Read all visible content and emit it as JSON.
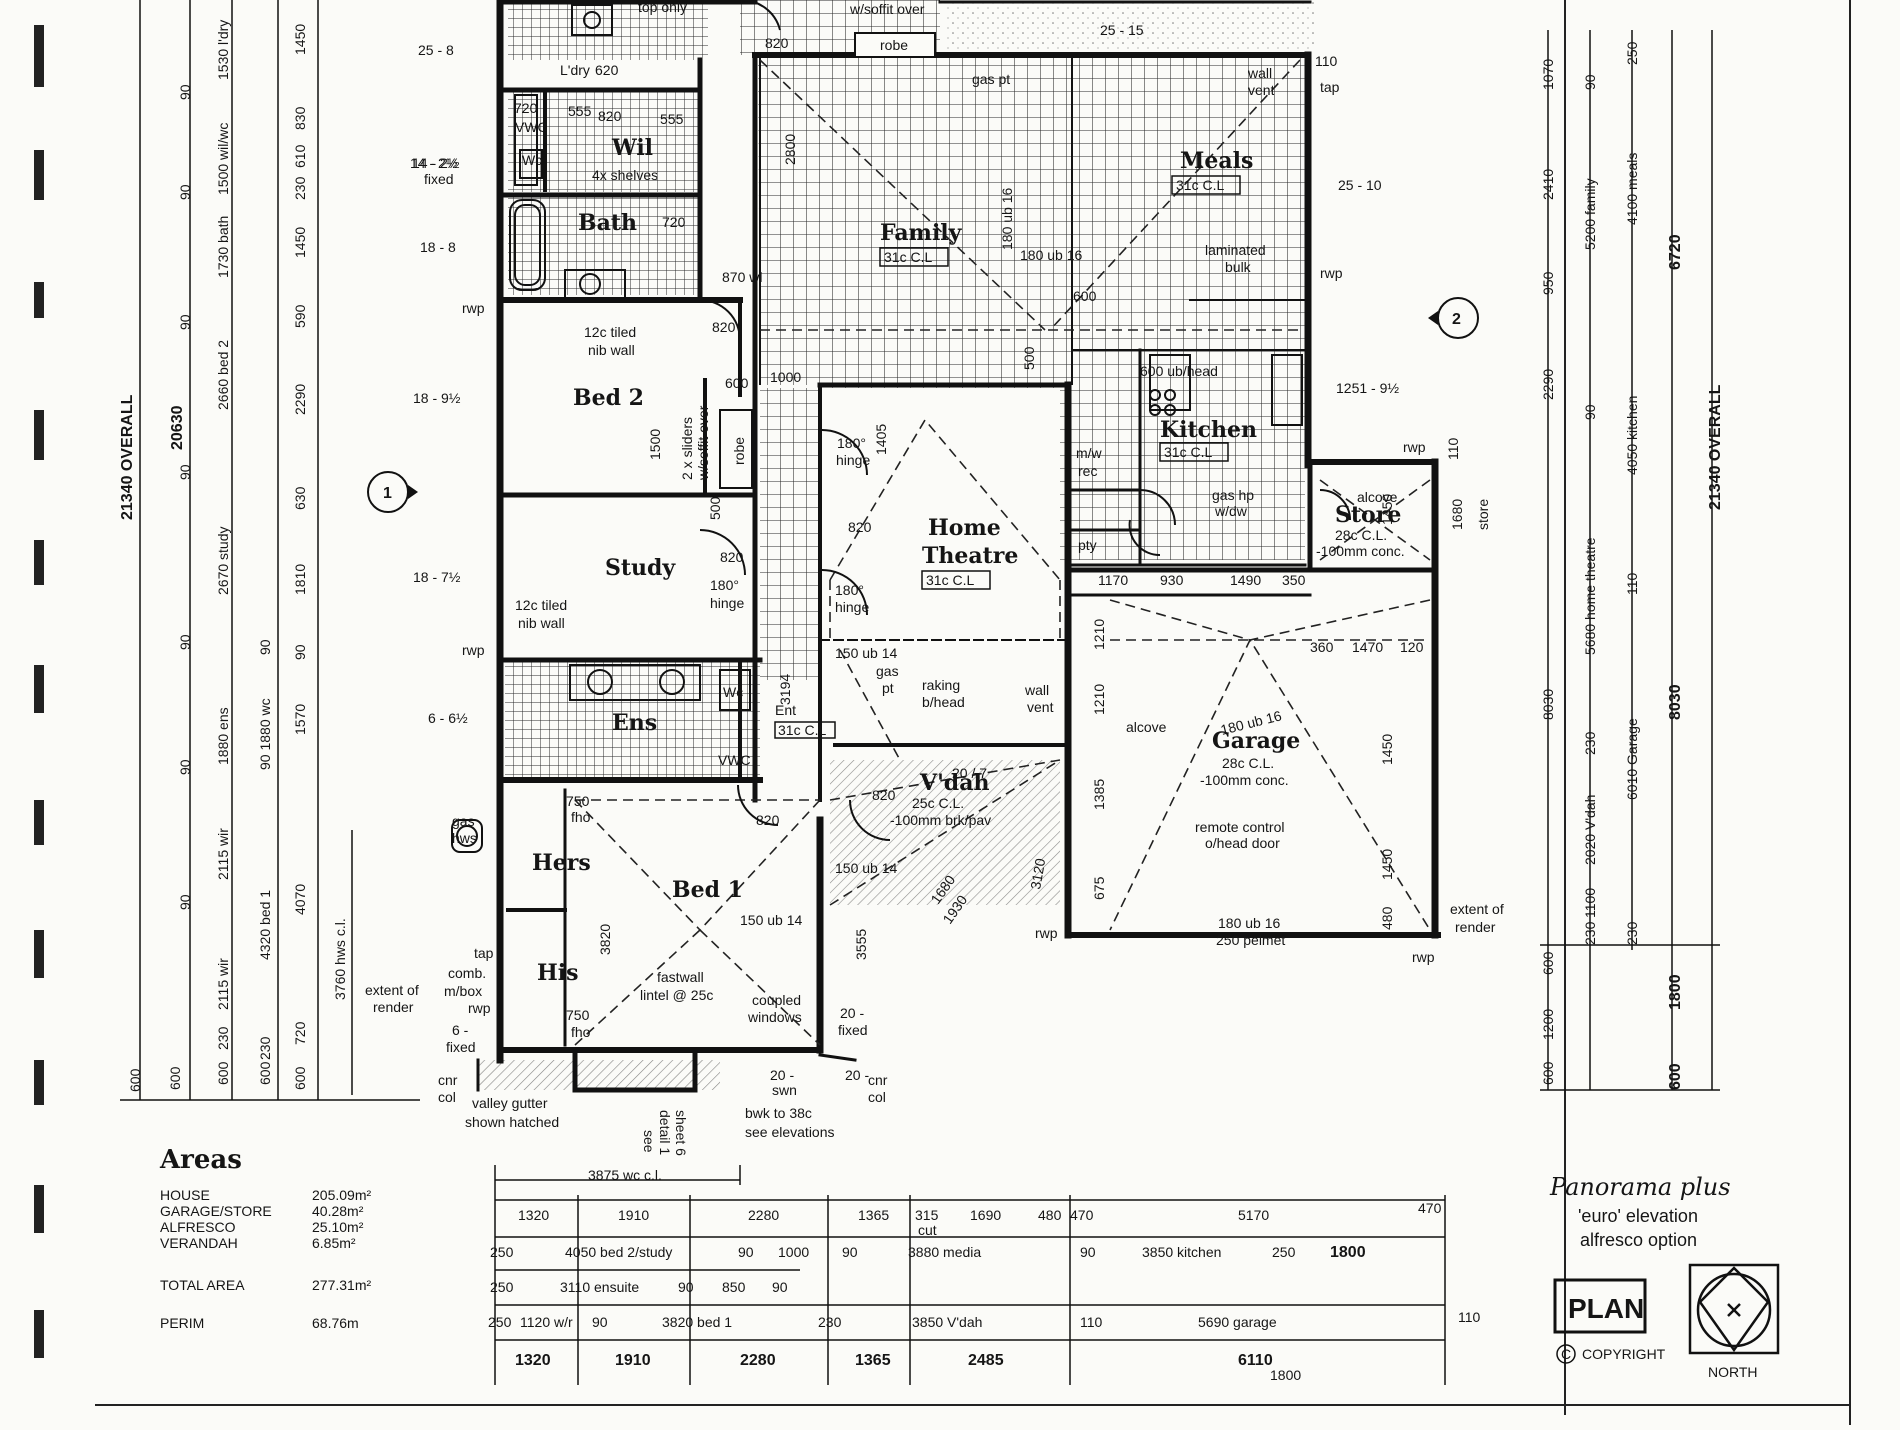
{
  "rooms": {
    "bed2": "Bed 2",
    "study": "Study",
    "bed1": "Bed 1",
    "family": "Family",
    "meals": "Meals",
    "kitchen": "Kitchen",
    "home_theatre_1": "Home",
    "home_theatre_2": "Theatre",
    "garage": "Garage",
    "store": "Store",
    "bath": "Bath",
    "ens": "Ens",
    "wil": "Wil",
    "hers": "Hers",
    "his": "His",
    "vdah": "V'dah",
    "pty": "pty",
    "wc": "Wc",
    "ldry": "L'dry",
    "ent": "Ent"
  },
  "ceilings": {
    "c31": "31c C.L",
    "c31_theatre": "31c C.L",
    "garage_cl": "28c C.L.",
    "garage_conc": "-100mm conc.",
    "store_cl": "28c C.L.",
    "store_conc": "-100mm conc.",
    "vdah_cl": "25c C.L.",
    "vdah_pav": "-100mm brk/pav"
  },
  "notes": {
    "top_only": "top only",
    "soffit": "w/soffit over",
    "robe": "robe",
    "tiled_nib_1": "12c tiled",
    "tiled_nib_2": "nib wall",
    "tiled_nib_3": "12c tiled",
    "tiled_nib_4": "nib wall",
    "sliders_1": "2 x sliders",
    "sliders_2": "w/soffit over",
    "robe2": "robe",
    "hinge_1": "180°",
    "hinge_2": "hinge",
    "hinge_3": "180°",
    "hinge_4": "hinge",
    "hinge_5": "180°",
    "hinge_6": "hinge",
    "raking_1": "raking",
    "raking_2": "b/head",
    "wall_vent_1": "wall",
    "wall_vent_2": "vent",
    "wall_vent_3": "wall",
    "wall_vent_4": "vent",
    "gas_pt": "gas pt",
    "gas_pt2": "gas",
    "gas_pt3": "pt",
    "alcove": "alcove",
    "alcove2": "alcove",
    "remote_1": "remote control",
    "remote_2": "o/head door",
    "laminated_1": "laminated",
    "laminated_2": "bulk",
    "shelves": "4x shelves",
    "rwp1": "rwp",
    "rwp2": "rwp",
    "rwp3": "rwp",
    "rwp4": "rwp",
    "rwp5": "rwp",
    "rwp6": "rwp",
    "rwp7": "rwp",
    "tap1": "tap",
    "tap2": "tap",
    "fastwall_1": "fastwall",
    "fastwall_2": "lintel @ 25c",
    "coupled_1": "coupled",
    "coupled_2": "windows",
    "extent_1": "extent of",
    "extent_2": "render",
    "extent_3": "extent of",
    "extent_4": "render",
    "valley_1": "valley gutter",
    "valley_2": "shown hatched",
    "bwk_1": "bwk to 38c",
    "bwk_2": "see elevations",
    "see_detail_1": "see",
    "see_detail_2": "detail 1",
    "see_detail_3": "sheet 6",
    "gas_hws_1": "gas",
    "gas_hws_2": "hws",
    "comb_1": "comb.",
    "comb_2": "m/box",
    "cnr_col_1": "cnr",
    "cnr_col_2": "col",
    "cnr_col_3": "cnr",
    "cnr_col_4": "col",
    "fixed_1": "6 -",
    "fixed_2": "fixed",
    "fixed_3": "20 -",
    "fixed_4": "fixed",
    "fixed_5": "14 - 2½",
    "fixed_6": "fixed",
    "mw_1": "m/w",
    "mw_2": "rec",
    "gas_hp": "gas hp",
    "wdw": "w/dw",
    "ub_head": "600 ub/head",
    "fho_1": "750",
    "fho_2": "fho",
    "fho_3": "750",
    "fho_4": "fho",
    "hwsl": "3760 hws c.l.",
    "store_side": "store",
    "d720a": "720",
    "wc2": "Wc",
    "vwc1": "VWC",
    "vwc2": "VWC"
  },
  "dims": {
    "d820a": "820",
    "d820b": "820",
    "d820c": "820",
    "d820d": "820",
    "d820e": "820",
    "d820f": "820",
    "d820g": "820",
    "d820h": "820",
    "d620": "620",
    "d555a": "555",
    "d555b": "555",
    "d720b": "720",
    "d720c": "720",
    "d870": "870 wl",
    "d1000": "1000",
    "d600a": "600",
    "d600b": "600",
    "d600c": "600",
    "d1500": "1500",
    "d500a": "500",
    "d500b": "500",
    "d1405": "1405",
    "d2800": "2800",
    "d180ub_a": "180 ub 16",
    "d180ub_b": "180 ub 16",
    "d180ub_c": "180 ub 16",
    "d180ub_d": "180 ub 16",
    "d250": "250 pelmet",
    "d150ub_a": "150 ub 14",
    "d150ub_b": "150 ub 14",
    "d150ub_c": "150 ub 14",
    "d3194": "3194",
    "d3555": "3555",
    "d3820": "3820",
    "d1930": "1930",
    "d1680": "1680",
    "d3120": "3120",
    "d2047": "20 / 7",
    "d1170": "1170",
    "d930": "930",
    "d1490": "1490",
    "d350": "350",
    "d360": "360",
    "d1470": "1470",
    "d120": "120",
    "d1210a": "1210",
    "d1210b": "1210",
    "d1385": "1385",
    "d675": "675",
    "d1450a": "1450",
    "d1450b": "1450",
    "d480": "480",
    "d1680s": "1680",
    "d1450s": "1450",
    "d1800v": "1800",
    "d110a": "110",
    "d110b": "110",
    "d110c": "110",
    "d20": "20 -",
    "d20b": "20 -",
    "swn": "swn"
  },
  "levels": {
    "l1": "25 - 8",
    "l2": "14 - 2½",
    "l3": "18 - 8",
    "l4": "18 - 9½",
    "l5": "18 - 7½",
    "l6": "6 - 6½",
    "l7": "25 - 15",
    "l8": "25 - 10",
    "l9": "1251 - 9½"
  },
  "left_dims": {
    "overall": "21340 OVERALL",
    "total": "20630",
    "seg_outer": [
      "1450",
      "830",
      "610",
      "230",
      "1450",
      "590",
      "2290",
      "630",
      "1810",
      "90",
      "1570",
      "4070",
      "720",
      "600",
      "600"
    ],
    "seg_inner": [
      "1530 l'dry",
      "90",
      "1500 wil/wc",
      "90",
      "1730 bath",
      "90",
      "2660 bed 2",
      "90",
      "2670 study",
      "90",
      "1880 ens",
      "90",
      "2115 wir",
      "90",
      "2115 wir",
      "230",
      "600"
    ],
    "seg_inner2": [
      "90 1880 wc",
      "90",
      "4320 bed 1",
      "230",
      "600"
    ]
  },
  "right_dims": {
    "overall": "21340 OVERALL",
    "total_6720": "6720",
    "total_8030a": "8030",
    "total_8030b": "8030",
    "total_1800": "1800",
    "total_600": "600",
    "seg_outer": [
      "1070",
      "2410",
      "950",
      "2290",
      "8030",
      "600",
      "1200",
      "600"
    ],
    "seg_mid": [
      "90",
      "5200 family",
      "90",
      "5680 home theatre",
      "230",
      "2020 V'dah",
      "1100",
      "230"
    ],
    "seg_inner": [
      "250",
      "4100 meals",
      "4050 kitchen",
      "110",
      "6010 Garage",
      "230"
    ]
  },
  "bottom_dims": {
    "wc_cl": "3875 wc c.l.",
    "row1": [
      "1320",
      "1910",
      "2280",
      "1365",
      "315",
      "1690",
      "480",
      "470",
      "5170",
      "470"
    ],
    "row1_cut": "cut",
    "row2": [
      "250",
      "4050 bed 2/study",
      "90",
      "1000",
      "90",
      "3880 media",
      "90",
      "3850 kitchen",
      "250",
      "1800"
    ],
    "row3": [
      "250",
      "3110 ensuite",
      "90",
      "850",
      "90"
    ],
    "row4": [
      "250",
      "1120 w/r",
      "90",
      "3820 bed 1",
      "230",
      "3850 V'dah",
      "110",
      "5690 garage",
      "110"
    ],
    "row5": [
      "1320",
      "1910",
      "2280",
      "1365",
      "2485",
      "6110"
    ]
  },
  "areas": {
    "title": "Areas",
    "rows": [
      {
        "label": "HOUSE",
        "value": "205.09m²"
      },
      {
        "label": "GARAGE/STORE",
        "value": "40.28m²"
      },
      {
        "label": "ALFRESCO",
        "value": "25.10m²"
      },
      {
        "label": "VERANDAH",
        "value": "6.85m²"
      }
    ],
    "total_label": "TOTAL AREA",
    "total_value": "277.31m²",
    "perim_label": "PERIM",
    "perim_value": "68.76m"
  },
  "title_block": {
    "name": "Panorama plus",
    "line2": "'euro' elevation",
    "line3": "alfresco option",
    "plan": "PLAN",
    "copyright": "COPYRIGHT",
    "north": "NORTH",
    "c_symbol": "C"
  },
  "markers": {
    "m1": "1",
    "m2": "2"
  }
}
